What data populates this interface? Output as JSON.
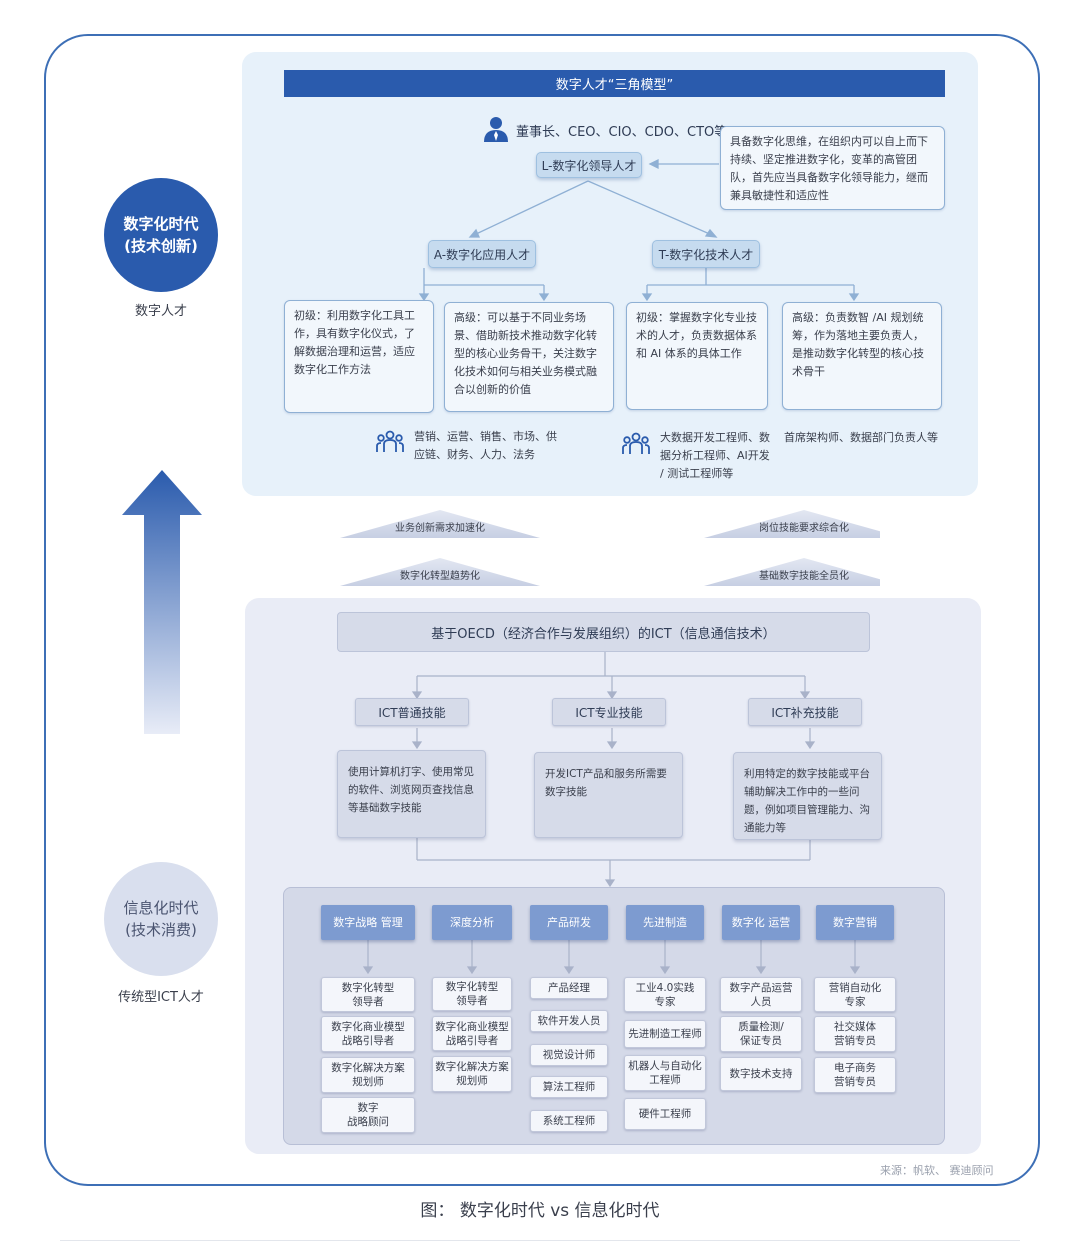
{
  "eras": {
    "top": {
      "line1": "数字化时代",
      "line2": "(技术创新)",
      "label": "数字人才"
    },
    "bottom": {
      "line1": "信息化时代",
      "line2": "(技术消费)",
      "label": "传统型ICT人才"
    }
  },
  "triangle": {
    "title": "数字人才“三角模型”",
    "executives": "董事长、CEO、CIO、CDO、CTO等",
    "leader_role": "L-数字化领导人才",
    "leader_desc": "具备数字化思维，在组织内可以自上而下持续、坚定推进数字化，变革的高管团队，首先应当具备数字化领导能力，继而兼具敏捷性和适应性",
    "app_role": "A-数字化应用人才",
    "tech_role": "T-数字化技术人才",
    "levels": [
      "初级：利用数字化工具工作，具有数字化仪式，了解数据治理和运营，适应数字化工作方法",
      "高级：可以基于不同业务场景、借助新技术推动数字化转型的核心业务骨干，关注数字化技术如何与相关业务模式融合以创新的价值",
      "初级：掌握数字化专业技术的人才，负责数据体系和 AI 体系的具体工作",
      "高级：负责数智 /AI 规划统筹，作为落地主要负责人，是推动数字化转型的核心技术骨干"
    ],
    "app_people": "营销、运营、销售、市场、供应链、财务、人力、法务",
    "tech_people": "大数据开发工程师、数据分析工程师、AI开发 / 测试工程师等",
    "senior_people": "首席架构师、数据部门负责人等"
  },
  "drivers": {
    "left_top": "业务创新需求加速化",
    "left_bottom": "数字化转型趋势化",
    "right_top": "岗位技能要求综合化",
    "right_bottom": "基础数字技能全员化"
  },
  "ict": {
    "title": "基于OECD（经济合作与发展组织）的ICT（信息通信技术）",
    "skills": [
      {
        "name": "ICT普通技能",
        "desc": "使用计算机打字、使用常见的软件、浏览网页查找信息等基础数字技能"
      },
      {
        "name": "ICT专业技能",
        "desc": "开发ICT产品和服务所需要数字技能"
      },
      {
        "name": "ICT补充技能",
        "desc": "利用特定的数字技能或平台辅助解决工作中的一些问题，例如项目管理能力、沟通能力等"
      }
    ]
  },
  "categories": [
    {
      "name": "数字战略\n管理",
      "jobs": [
        "数字化转型\n领导者",
        "数字化商业模型\n战略引导者",
        "数字化解决方案\n规划师",
        "数字\n战略顾问"
      ]
    },
    {
      "name": "深度分析",
      "jobs": [
        "数字化转型\n领导者",
        "数字化商业模型\n战略引导者",
        "数字化解决方案\n规划师"
      ]
    },
    {
      "name": "产品研发",
      "jobs": [
        "产品经理",
        "软件开发人员",
        "视觉设计师",
        "算法工程师",
        "系统工程师"
      ]
    },
    {
      "name": "先进制造",
      "jobs": [
        "工业4.0实践\n专家",
        "先进制造工程师",
        "机器人与自动化\n工程师",
        "硬件工程师"
      ]
    },
    {
      "name": "数字化\n运营",
      "jobs": [
        "数字产品运营\n人员",
        "质量检测/\n保证专员",
        "数字技术支持"
      ]
    },
    {
      "name": "数字营销",
      "jobs": [
        "营销自动化\n专家",
        "社交媒体\n营销专员",
        "电子商务\n营销专员"
      ]
    }
  ],
  "source": "来源：帆软、 赛迪顾问",
  "caption": "图：  数字化时代 vs 信息化时代",
  "colors": {
    "primary": "#2a5bad",
    "light_panel": "#e7f1fa",
    "grey_panel": "#e9ecf6"
  },
  "icons": [
    "person-icon",
    "people-icon",
    "up-arrow"
  ]
}
